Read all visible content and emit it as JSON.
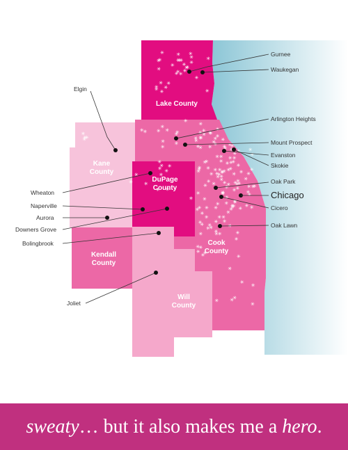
{
  "colors": {
    "lake": "#e20d80",
    "cook": "#ec68a6",
    "dupage": "#e20d80",
    "kane": "#f7c3db",
    "kendall": "#ec68a6",
    "will": "#f5a8cb",
    "banner": "#c0307f",
    "water": "#9fd0dc"
  },
  "counties": {
    "lake": "Lake County",
    "kane_line1": "Kane",
    "kane_line2": "County",
    "dupage_line1": "DuPage",
    "dupage_line2": "County",
    "cook_line1": "Cook",
    "cook_line2": "County",
    "kendall_line1": "Kendall",
    "kendall_line2": "County",
    "will_line1": "Will",
    "will_line2": "County"
  },
  "cities": {
    "gurnee": "Gurnee",
    "waukegan": "Waukegan",
    "elgin": "Elgin",
    "arlington_heights": "Arlington Heights",
    "mount_prospect": "Mount Prospect",
    "evanston": "Evanston",
    "skokie": "Skokie",
    "oak_park": "Oak Park",
    "chicago": "Chicago",
    "cicero": "Cicero",
    "oak_lawn": "Oak Lawn",
    "wheaton": "Wheaton",
    "naperville": "Naperville",
    "aurora": "Aurora",
    "downers_grove": "Downers Grove",
    "bolingbrook": "Bolingbrook",
    "joliet": "Joliet"
  },
  "banner": {
    "part1": "sweaty",
    "part2": "… but it also makes me a ",
    "part3": "hero",
    "part4": "."
  }
}
